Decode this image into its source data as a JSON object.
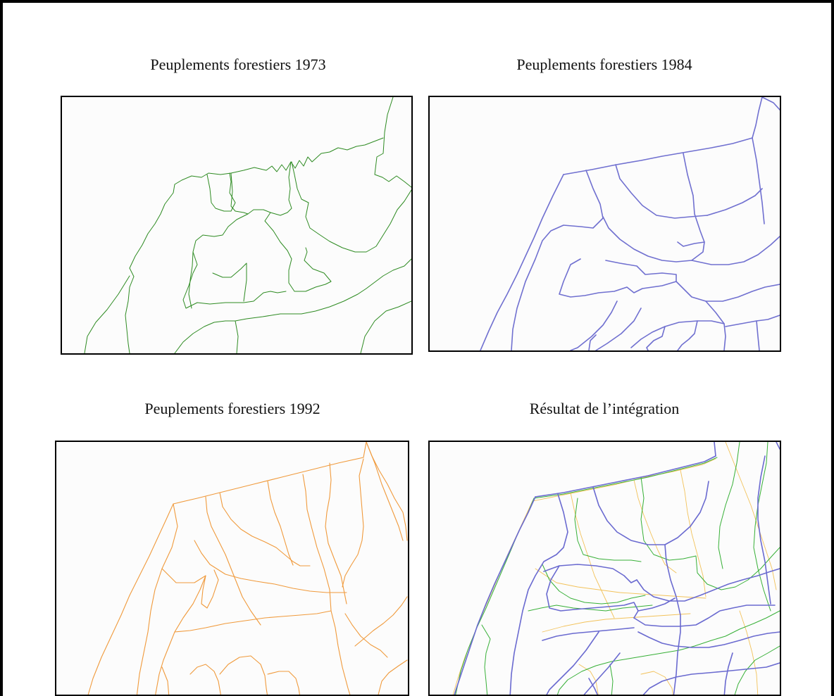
{
  "panels": [
    {
      "caption": "Peuplements forestiers 1973",
      "line_color": "#2e8b22"
    },
    {
      "caption": "Peuplements forestiers 1984",
      "line_color": "#7070d0"
    },
    {
      "caption": "Peuplements forestiers 1992",
      "line_color": "#f09a3c"
    },
    {
      "caption": "Résultat de l’intégration",
      "line_color": "mixed"
    }
  ]
}
